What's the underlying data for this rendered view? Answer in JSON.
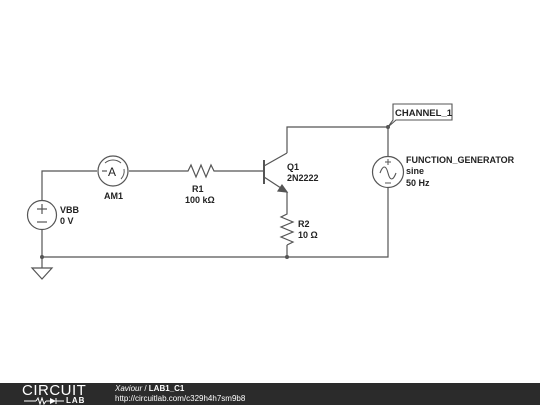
{
  "components": {
    "vbb": {
      "name": "VBB",
      "value": "0 V"
    },
    "am1": {
      "name": "AM1",
      "symbol": "A"
    },
    "r1": {
      "name": "R1",
      "value": "100 kΩ"
    },
    "q1": {
      "name": "Q1",
      "value": "2N2222"
    },
    "r2": {
      "name": "R2",
      "value": "10 Ω"
    },
    "function_generator": {
      "name": "FUNCTION_GENERATOR",
      "waveform": "sine",
      "frequency": "50 Hz"
    },
    "probe": {
      "label": "CHANNEL_1"
    }
  },
  "footer": {
    "logo_top": "CIRCUIT",
    "logo_bottom": "LAB",
    "author": "Xaviour",
    "separator": " / ",
    "title": "LAB1_C1",
    "url": "http://circuitlab.com/c329h4h7sm9b8"
  }
}
